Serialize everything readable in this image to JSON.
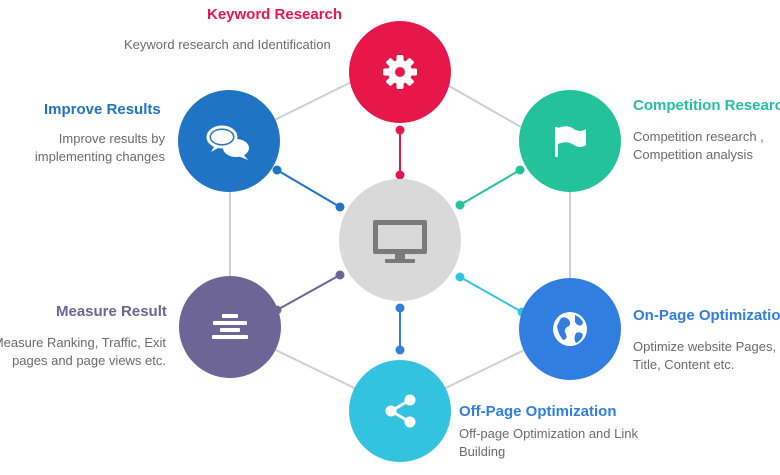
{
  "colors": {
    "keyword": "#e8174a",
    "competition": "#24c29b",
    "onpage": "#2f7ee0",
    "offpage": "#33c3e0",
    "measure": "#6c6596",
    "improve": "#1f74c3",
    "center": "#d9d9d9",
    "line": "#cfcfcf"
  },
  "center": {
    "icon": "monitor-icon"
  },
  "nodes": {
    "keyword": {
      "title": "Keyword Research",
      "desc": "Keyword research and Identification",
      "icon": "gear-icon"
    },
    "competition": {
      "title": "Competition Research",
      "desc_lines": [
        "Competition research ,",
        "Competition analysis"
      ],
      "icon": "flag-icon"
    },
    "onpage": {
      "title": "On-Page Optimization",
      "desc_lines": [
        "Optimize website Pages,",
        "Title, Content etc."
      ],
      "icon": "globe-icon"
    },
    "offpage": {
      "title": "Off-Page Optimization",
      "desc_lines": [
        "Off-page Optimization and Link",
        "Building"
      ],
      "icon": "share-icon"
    },
    "measure": {
      "title": "Measure Result",
      "desc_lines": [
        "Measure Ranking, Traffic, Exit",
        "pages and page views etc."
      ],
      "icon": "bars-icon"
    },
    "improve": {
      "title": "Improve Results",
      "desc_lines": [
        "Improve results  by",
        "implementing changes"
      ],
      "icon": "chat-bubbles-icon"
    }
  }
}
